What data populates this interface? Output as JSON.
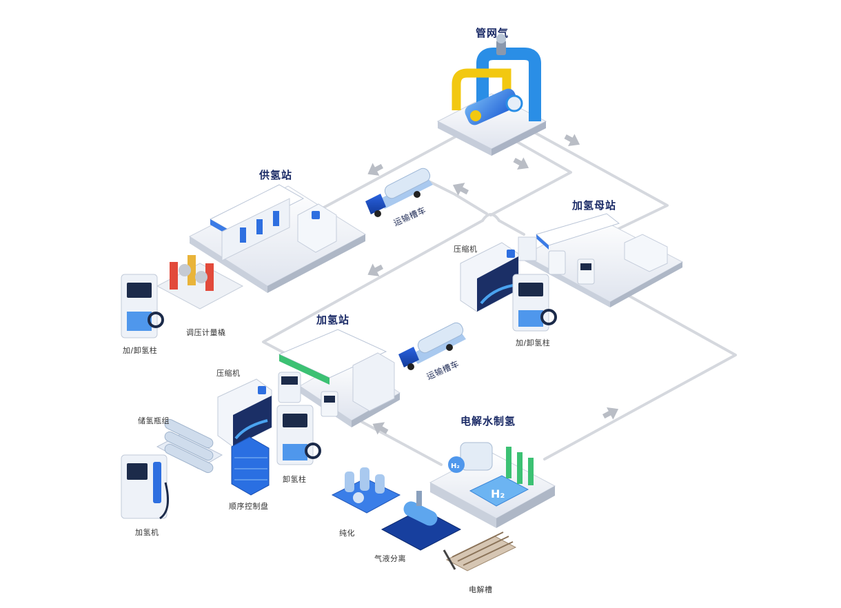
{
  "labels": {
    "pipeline_gas": "管网气",
    "supply_station": "供氢站",
    "mother_station": "加氢母站",
    "hydrogen_station": "加氢站",
    "electrolysis": "电解水制氢",
    "transport_truck": "运输槽车",
    "compressor": "压缩机",
    "load_unload_dispenser": "加/卸氢柱",
    "pressure_metering_skid": "调压计量橇",
    "storage_bank": "储氢瓶组",
    "unloading_post": "卸氢柱",
    "sequence_control_panel": "顺序控制盘",
    "dispenser": "加氢机",
    "purification": "纯化",
    "gas_liquid_separation": "气液分离",
    "electrolyzer": "电解槽"
  },
  "colors": {
    "pipe": "#d5d8de",
    "arrow": "#b6bac2",
    "accent_blue": "#1f5fd6",
    "light_blue": "#9cc9f3",
    "yellow": "#f2c811",
    "green": "#3cc173",
    "station_white": "#f2f5fa",
    "label_dark": "#1a2a66"
  },
  "icons": [
    "h2-badge",
    "fuel-dispenser",
    "truck",
    "compressor-cabinet",
    "gas-cylinder",
    "electrolyzer-stack"
  ]
}
